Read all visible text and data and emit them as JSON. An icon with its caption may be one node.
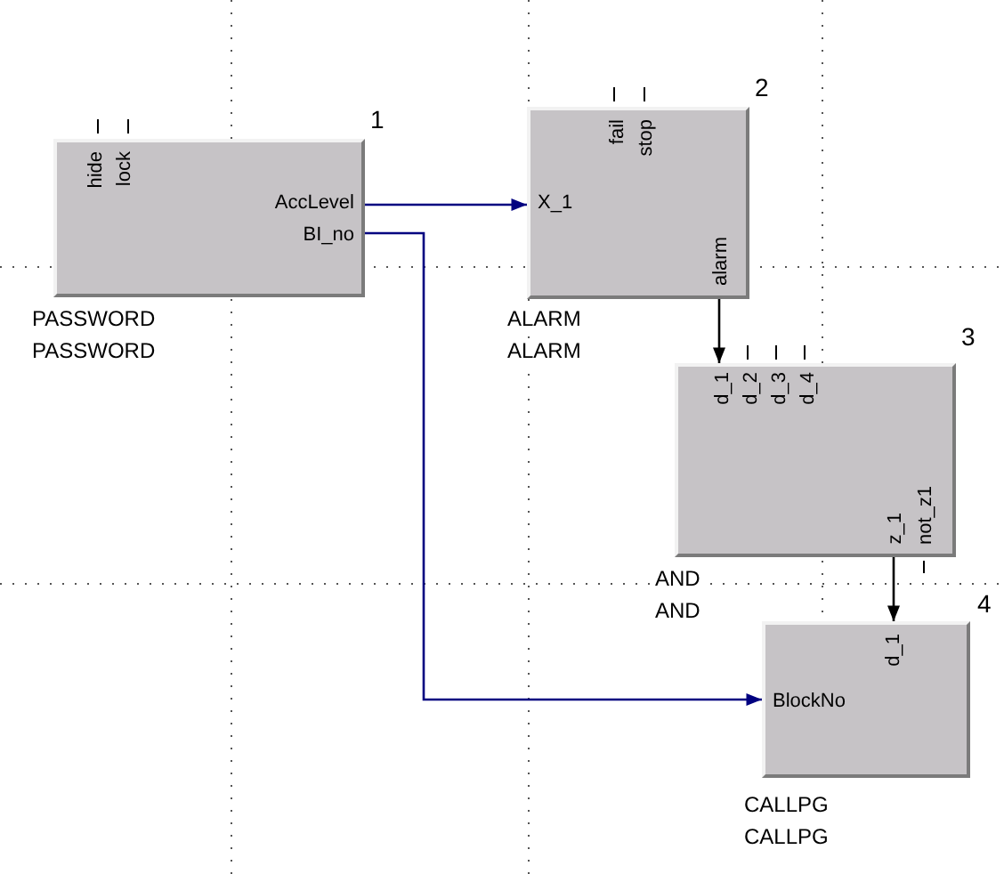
{
  "diagram": {
    "nodes": [
      {
        "text": [
          "hide",
          "lock",
          "AccLevel",
          "BI_no"
        ],
        "beside": [
          "1",
          "PASSWORD",
          "PASSWORD"
        ]
      },
      {
        "text": [
          "fail",
          "stop",
          "X_1",
          "alarm"
        ],
        "beside": [
          "2",
          "ALARM",
          "ALARM"
        ]
      },
      {
        "text": [
          "d_1",
          "d_2",
          "d_3",
          "d_4",
          "z_1",
          "not_z1"
        ],
        "beside": [
          "3",
          "AND",
          "AND"
        ]
      },
      {
        "text": [
          "d_1",
          "BlockNo"
        ],
        "beside": [
          "4",
          "CALLPG",
          "CALLPG"
        ]
      }
    ],
    "edges": [
      {
        "from": 0,
        "to": 1,
        "arrow": "to",
        "color": "#000080"
      },
      {
        "from": 0,
        "to": 3,
        "arrow": "to",
        "color": "#000080"
      },
      {
        "from": 1,
        "to": 2,
        "arrow": "to",
        "color": "#000000"
      },
      {
        "from": 2,
        "to": 3,
        "arrow": "to",
        "color": "#000000"
      }
    ]
  }
}
